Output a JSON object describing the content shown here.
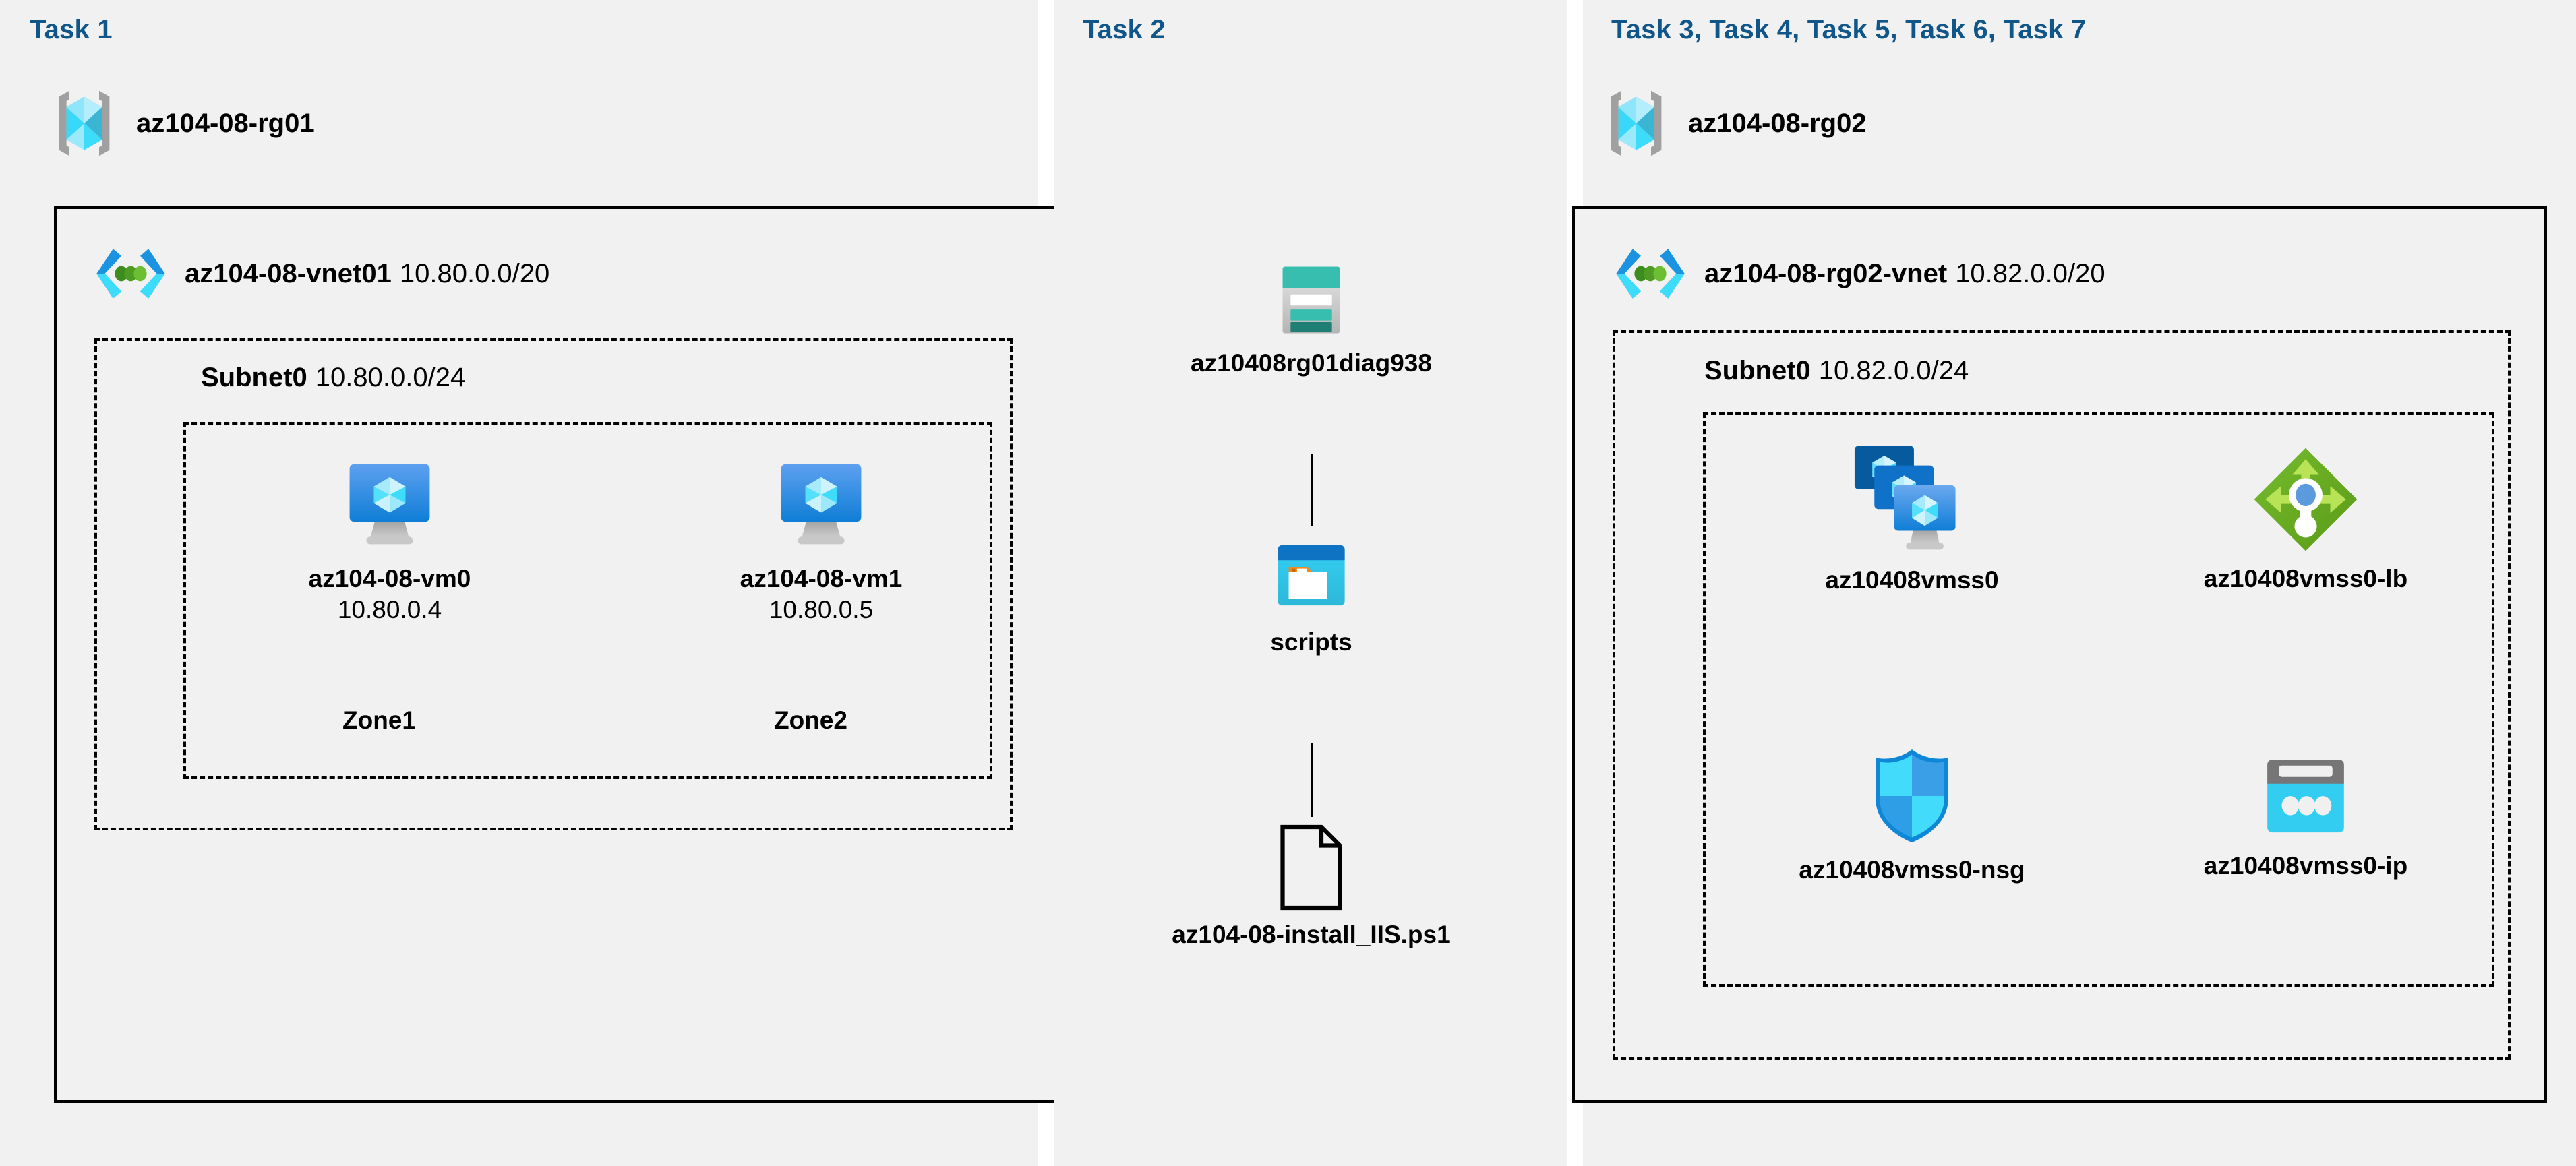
{
  "columns": [
    {
      "title": "Task 1"
    },
    {
      "title": "Task 2"
    },
    {
      "title": "Task 3, Task 4, Task 5, Task 6, Task 7"
    }
  ],
  "task1": {
    "resource_group": {
      "icon": "resource-group-icon",
      "name": "az104-08-rg01"
    },
    "vnet": {
      "icon": "virtual-network-icon",
      "name": "az104-08-vnet01",
      "cidr": "10.80.0.0/20"
    },
    "subnet": {
      "name": "Subnet0",
      "cidr": "10.80.0.0/24"
    },
    "vms": [
      {
        "icon": "virtual-machine-icon",
        "name": "az104-08-vm0",
        "ip": "10.80.0.4",
        "zone": "Zone1"
      },
      {
        "icon": "virtual-machine-icon",
        "name": "az104-08-vm1",
        "ip": "10.80.0.5",
        "zone": "Zone2"
      }
    ]
  },
  "task2": {
    "storage_account": {
      "icon": "storage-account-icon",
      "name": "az10408rg01diag938"
    },
    "container": {
      "icon": "blob-container-icon",
      "name": "scripts"
    },
    "file": {
      "icon": "file-icon",
      "name": "az104-08-install_IIS.ps1"
    }
  },
  "task3to7": {
    "resource_group": {
      "icon": "resource-group-icon",
      "name": "az104-08-rg02"
    },
    "vnet": {
      "icon": "virtual-network-icon",
      "name": "az104-08-rg02-vnet",
      "cidr": "10.82.0.0/20"
    },
    "subnet": {
      "name": "Subnet0",
      "cidr": "10.82.0.0/24"
    },
    "resources": [
      {
        "icon": "vm-scale-set-icon",
        "name": "az10408vmss0"
      },
      {
        "icon": "load-balancer-icon",
        "name": "az10408vmss0-lb"
      },
      {
        "icon": "network-security-group-icon",
        "name": "az10408vmss0-nsg"
      },
      {
        "icon": "public-ip-address-icon",
        "name": "az10408vmss0-ip"
      }
    ]
  },
  "colors": {
    "task_title": "#115688",
    "panel_bg": "#f1f1f1",
    "border": "#000000",
    "azure_blue": "#0078d4",
    "azure_cyan": "#32d2f2",
    "storage_teal": "#3bbfad",
    "lb_green": "#6aa81f",
    "grey": "#767676"
  }
}
